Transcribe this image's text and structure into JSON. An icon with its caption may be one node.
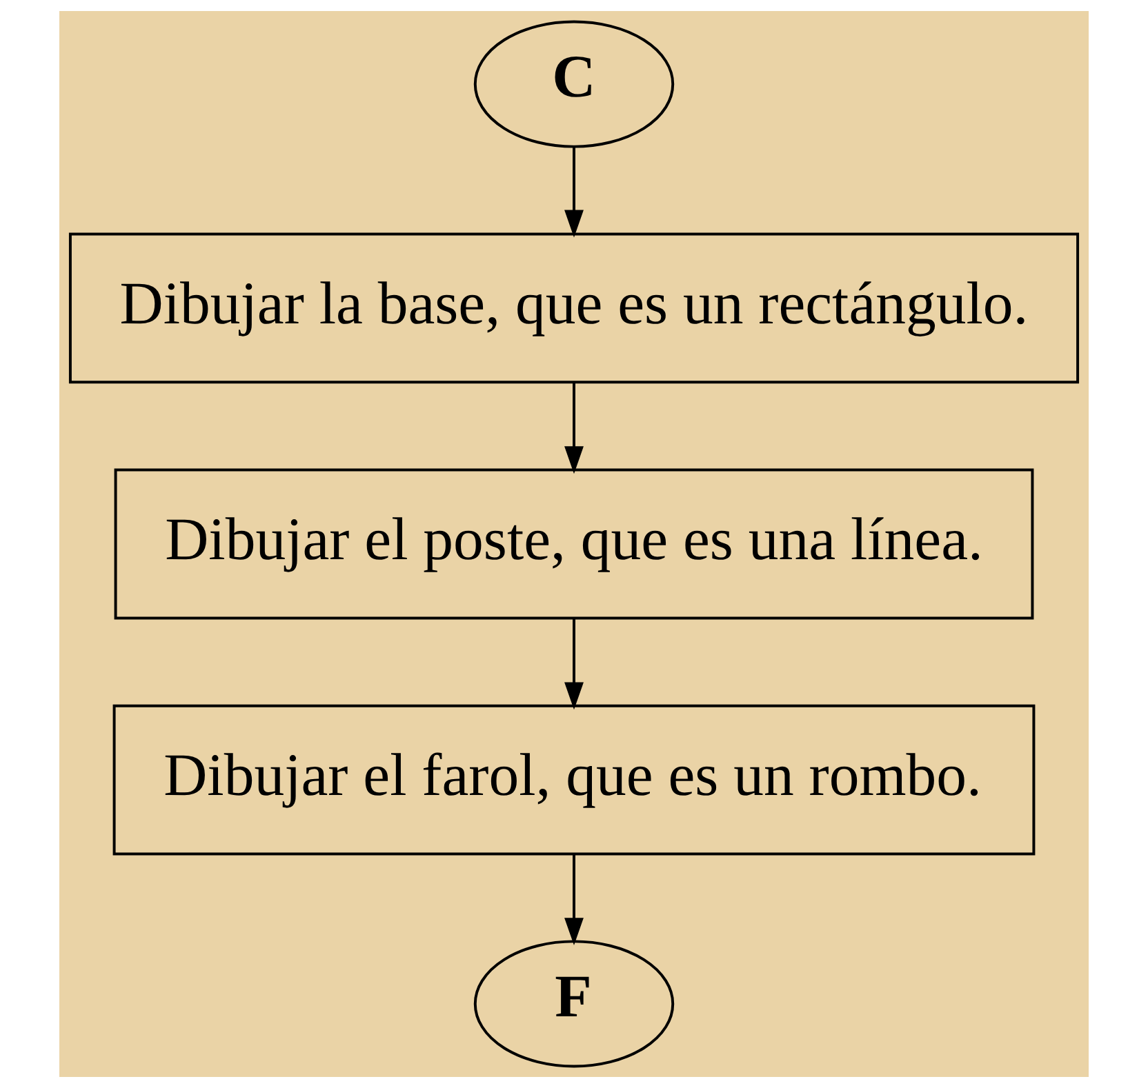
{
  "diagram": {
    "nodes": [
      {
        "text": [
          "C"
        ]
      },
      {
        "text": [
          "Dibujar la base, que es un rectángulo."
        ]
      },
      {
        "text": [
          "Dibujar el poste, que es una línea."
        ]
      },
      {
        "text": [
          "Dibujar el farol, que es un rombo."
        ]
      },
      {
        "text": [
          "F"
        ]
      }
    ],
    "edges": [
      {
        "from": 0,
        "to": 1,
        "arrow": "to"
      },
      {
        "from": 1,
        "to": 2,
        "arrow": "to"
      },
      {
        "from": 2,
        "to": 3,
        "arrow": "to"
      },
      {
        "from": 3,
        "to": 4,
        "arrow": "to"
      }
    ]
  }
}
